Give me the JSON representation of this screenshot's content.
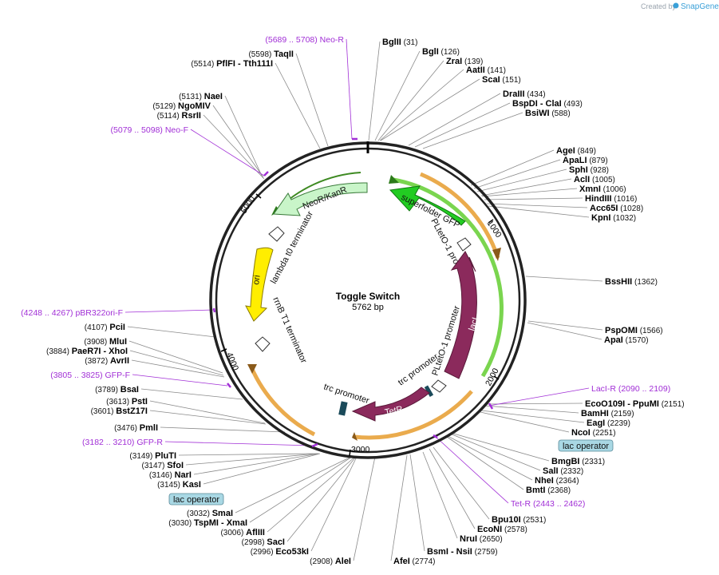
{
  "credit": {
    "created_by": "Created by",
    "brand": "SnapGene"
  },
  "map": {
    "title": "Toggle Switch",
    "length_label": "5762 bp",
    "ticks": [
      "1000",
      "2000",
      "3000",
      "4000",
      "5000"
    ]
  },
  "enzymes": [
    {
      "name": "BglII",
      "pos": "(31)"
    },
    {
      "name": "BglI",
      "pos": "(126)"
    },
    {
      "name": "ZraI",
      "pos": "(139)"
    },
    {
      "name": "AatII",
      "pos": "(141)"
    },
    {
      "name": "ScaI",
      "pos": "(151)"
    },
    {
      "name": "DraIII",
      "pos": "(434)"
    },
    {
      "name": "BspDI - ClaI",
      "pos": "(493)"
    },
    {
      "name": "BsiWI",
      "pos": "(588)"
    },
    {
      "name": "AgeI",
      "pos": "(849)"
    },
    {
      "name": "ApaLI",
      "pos": "(879)"
    },
    {
      "name": "SphI",
      "pos": "(928)"
    },
    {
      "name": "AclI",
      "pos": "(1005)"
    },
    {
      "name": "XmnI",
      "pos": "(1006)"
    },
    {
      "name": "HindIII",
      "pos": "(1016)"
    },
    {
      "name": "Acc65I",
      "pos": "(1028)"
    },
    {
      "name": "KpnI",
      "pos": "(1032)"
    },
    {
      "name": "BssHII",
      "pos": "(1362)"
    },
    {
      "name": "PspOMI",
      "pos": "(1566)"
    },
    {
      "name": "ApaI",
      "pos": "(1570)"
    },
    {
      "name": "EcoO109I - PpuMI",
      "pos": "(2151)"
    },
    {
      "name": "BamHI",
      "pos": "(2159)"
    },
    {
      "name": "EagI",
      "pos": "(2239)"
    },
    {
      "name": "NcoI",
      "pos": "(2251)"
    },
    {
      "name": "BmgBI",
      "pos": "(2331)"
    },
    {
      "name": "SalI",
      "pos": "(2332)"
    },
    {
      "name": "NheI",
      "pos": "(2364)"
    },
    {
      "name": "BmtI",
      "pos": "(2368)"
    },
    {
      "name": "Bpu10I",
      "pos": "(2531)"
    },
    {
      "name": "EcoNI",
      "pos": "(2578)"
    },
    {
      "name": "NruI",
      "pos": "(2650)"
    },
    {
      "name": "BsmI - NsiI",
      "pos": "(2759)"
    },
    {
      "name": "AfeI",
      "pos": "(2774)"
    },
    {
      "name": "AleI",
      "pos": "(2908)"
    },
    {
      "name": "Eco53kI",
      "pos": "(2996)"
    },
    {
      "name": "SacI",
      "pos": "(2998)"
    },
    {
      "name": "AflIII",
      "pos": "(3006)"
    },
    {
      "name": "TspMI - XmaI",
      "pos": "(3030)"
    },
    {
      "name": "SmaI",
      "pos": "(3032)"
    },
    {
      "name": "KasI",
      "pos": "(3145)"
    },
    {
      "name": "NarI",
      "pos": "(3146)"
    },
    {
      "name": "SfoI",
      "pos": "(3147)"
    },
    {
      "name": "PluTI",
      "pos": "(3149)"
    },
    {
      "name": "PmlI",
      "pos": "(3476)"
    },
    {
      "name": "BstZ17I",
      "pos": "(3601)"
    },
    {
      "name": "PstI",
      "pos": "(3613)"
    },
    {
      "name": "BsaI",
      "pos": "(3789)"
    },
    {
      "name": "AvrII",
      "pos": "(3872)"
    },
    {
      "name": "PaeR7I - XhoI",
      "pos": "(3884)"
    },
    {
      "name": "MluI",
      "pos": "(3908)"
    },
    {
      "name": "PciI",
      "pos": "(4107)"
    },
    {
      "name": "RsrII",
      "pos": "(5114)"
    },
    {
      "name": "NgoMIV",
      "pos": "(5129)"
    },
    {
      "name": "NaeI",
      "pos": "(5131)"
    },
    {
      "name": "PflFI - Tth111I",
      "pos": "(5514)"
    },
    {
      "name": "TaqII",
      "pos": "(5598)"
    }
  ],
  "primers": [
    {
      "name": "Neo-R",
      "range": "(5689 .. 5708)"
    },
    {
      "name": "Neo-F",
      "range": "(5079 .. 5098)"
    },
    {
      "name": "pBR322ori-F",
      "range": "(4248 .. 4267)"
    },
    {
      "name": "GFP-F",
      "range": "(3805 .. 3825)"
    },
    {
      "name": "GFP-R",
      "range": "(3182 .. 3210)"
    },
    {
      "name": "LacI-R",
      "range": "(2090 .. 2109)"
    },
    {
      "name": "Tet-R",
      "range": "(2443 .. 2462)"
    }
  ],
  "features": {
    "superfolder_gfp": "superfolder GFP",
    "pltet_promoter_1": "PLtetO-1 promoter",
    "pltet_promoter_2": "PLtetO-1 promoter",
    "laci": "lacI",
    "tetr": "TetR",
    "trc_promoter_1": "trc promoter",
    "trc_promoter_2": "trc promoter",
    "neor_kanr": "NeoR/KanR",
    "lambda_t0": "lambda t0 terminator",
    "ori": "ori",
    "rrnb_t1": "rrnB T1 terminator",
    "lac_operator_1": "lac operator",
    "lac_operator_2": "lac operator"
  },
  "colors": {
    "backbone": "#222222",
    "gfp": "#22cc22",
    "laci_tetr": "#8b2a5c",
    "neor": "#c9f5c9",
    "ori": "#ffee00",
    "orf_orange": "#e8a23a",
    "orf_green": "#6bd03c",
    "primer": "#a12fd6",
    "lac_operator": "#a9d8e4"
  }
}
